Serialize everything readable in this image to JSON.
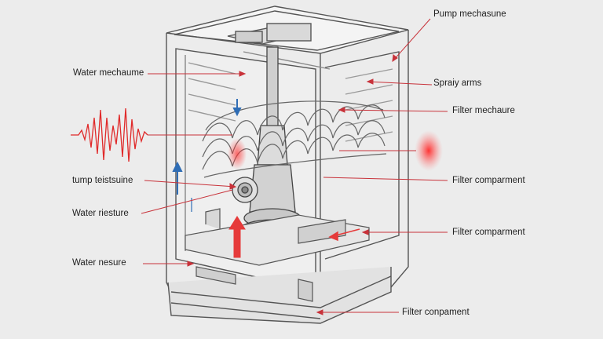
{
  "labels": {
    "pump_mechanism": "Pump mechasune",
    "water_mechanism": "Water mechaume",
    "spray_arms": "Spraiy arms",
    "filter_mechanism": "Filter mechaure",
    "tump_testsune": "tump teistsuine",
    "filter_compartment_1": "Filter comparment",
    "water_pressure": "Water riesture",
    "filter_compartment_2": "Filter comparment",
    "water_nesure": "Water nesure",
    "filter_compartment_3": "Filter conpament"
  },
  "colors": {
    "leader": "#c8323a",
    "outline": "#555555",
    "flow_up": "#2f6db5",
    "accent": "#e63a3a"
  },
  "icons": {
    "vibration_left": "waveform-icon",
    "vibration_right": "glow-icon"
  }
}
